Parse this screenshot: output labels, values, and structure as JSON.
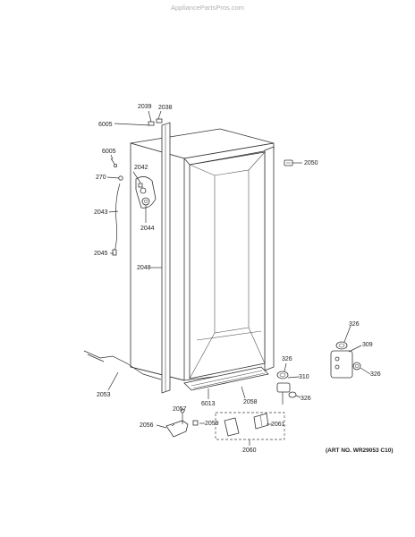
{
  "watermark": "AppliancePartsPros.com",
  "art_number": "(ART NO. WR29053 C10)",
  "callouts": [
    {
      "id": "c6005a",
      "text": "6005"
    },
    {
      "id": "c2039",
      "text": "2039"
    },
    {
      "id": "c2038",
      "text": "2038"
    },
    {
      "id": "c6005b",
      "text": "6005"
    },
    {
      "id": "c2042",
      "text": "2042"
    },
    {
      "id": "c270",
      "text": "270"
    },
    {
      "id": "c2043",
      "text": "2043"
    },
    {
      "id": "c2044",
      "text": "2044"
    },
    {
      "id": "c2045",
      "text": "2045"
    },
    {
      "id": "c2048",
      "text": "2048"
    },
    {
      "id": "c2050",
      "text": "2050"
    },
    {
      "id": "c2053",
      "text": "2053"
    },
    {
      "id": "c6013",
      "text": "6013"
    },
    {
      "id": "c2058",
      "text": "2058"
    },
    {
      "id": "c326a",
      "text": "326"
    },
    {
      "id": "c310",
      "text": "310"
    },
    {
      "id": "c326b",
      "text": "326"
    },
    {
      "id": "c326c",
      "text": "326"
    },
    {
      "id": "c309",
      "text": "309"
    },
    {
      "id": "c326d",
      "text": "326"
    },
    {
      "id": "c2057",
      "text": "2057"
    },
    {
      "id": "c2056",
      "text": "2056"
    },
    {
      "id": "c2059",
      "text": "2059"
    },
    {
      "id": "c2061",
      "text": "2061"
    },
    {
      "id": "c2060",
      "text": "2060"
    }
  ]
}
